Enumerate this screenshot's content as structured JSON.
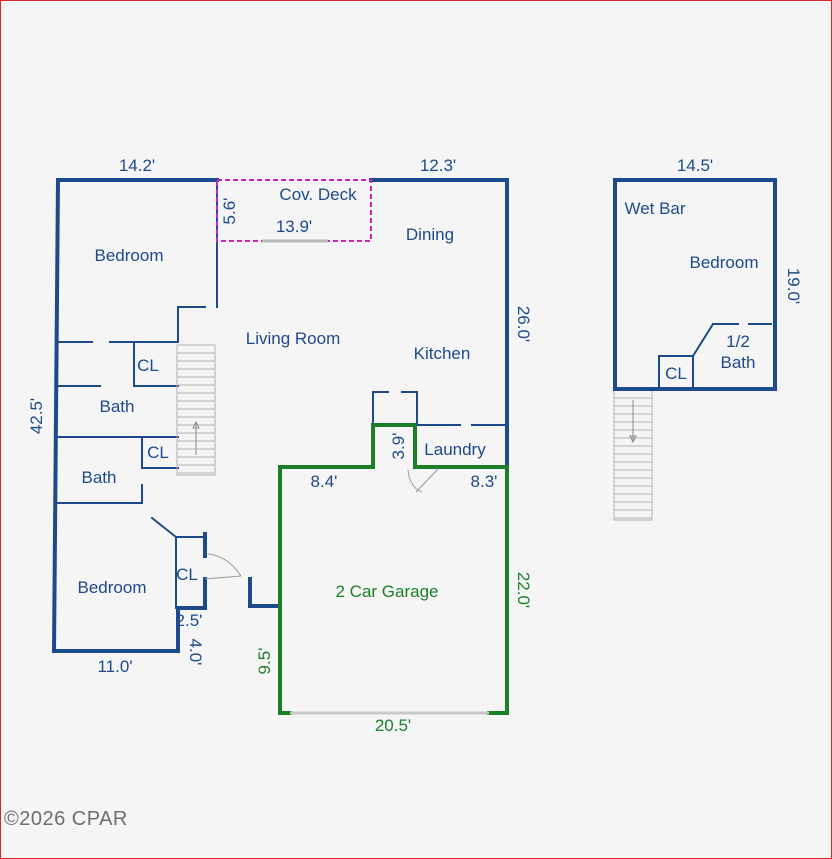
{
  "colors": {
    "wall": "#1d4a8c",
    "garage": "#1b7f2a",
    "deck": "#cc22cc",
    "stair": "#b3b3b3",
    "frame": "#d9262c",
    "background": "#f5f5f5",
    "copyright": "#6e6e6e"
  },
  "rooms": {
    "bedroom_main_top": "Bedroom",
    "living_room": "Living Room",
    "kitchen": "Kitchen",
    "dining": "Dining",
    "cov_deck": "Cov. Deck",
    "closet_1": "CL",
    "bath_1": "Bath",
    "closet_2": "CL",
    "bath_2": "Bath",
    "bedroom_main_bottom": "Bedroom",
    "closet_3": "CL",
    "laundry": "Laundry",
    "garage": "2 Car Garage",
    "wet_bar": "Wet Bar",
    "bedroom_upper": "Bedroom",
    "half_bath_1": "1/2",
    "half_bath_2": "Bath",
    "closet_upper": "CL"
  },
  "dimensions": {
    "main_top_left": "14.2'",
    "main_top_right": "12.3'",
    "deck_depth": "5.6'",
    "deck_width": "13.9'",
    "main_right": "26.0'",
    "main_left": "42.5'",
    "laundry_depth": "3.9'",
    "garage_top_left": "8.4'",
    "garage_top_right": "8.3'",
    "garage_right": "22.0'",
    "garage_left": "9.5'",
    "garage_bottom": "20.5'",
    "main_bottom": "11.0'",
    "jog_width": "2.5'",
    "jog_depth": "4.0'",
    "upper_top": "14.5'",
    "upper_right": "19.0'"
  },
  "copyright": "©2026 CPAR"
}
